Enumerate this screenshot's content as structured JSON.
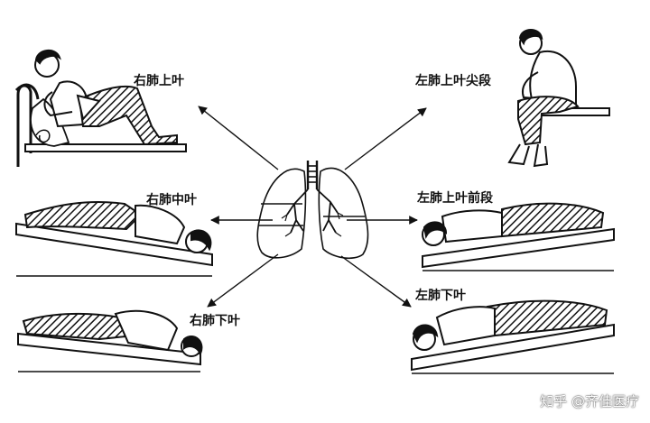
{
  "labels": {
    "right_upper_lobe": "右肺上叶",
    "right_middle_lobe": "右肺中叶",
    "right_lower_lobe": "右肺下叶",
    "left_upper_apical": "左肺上叶尖段",
    "left_upper_anterior": "左肺上叶前段",
    "left_lower_lobe": "左肺下叶"
  },
  "watermark": "知乎 @齐佳医疗",
  "colors": {
    "ink": "#111111",
    "paper": "#ffffff"
  }
}
